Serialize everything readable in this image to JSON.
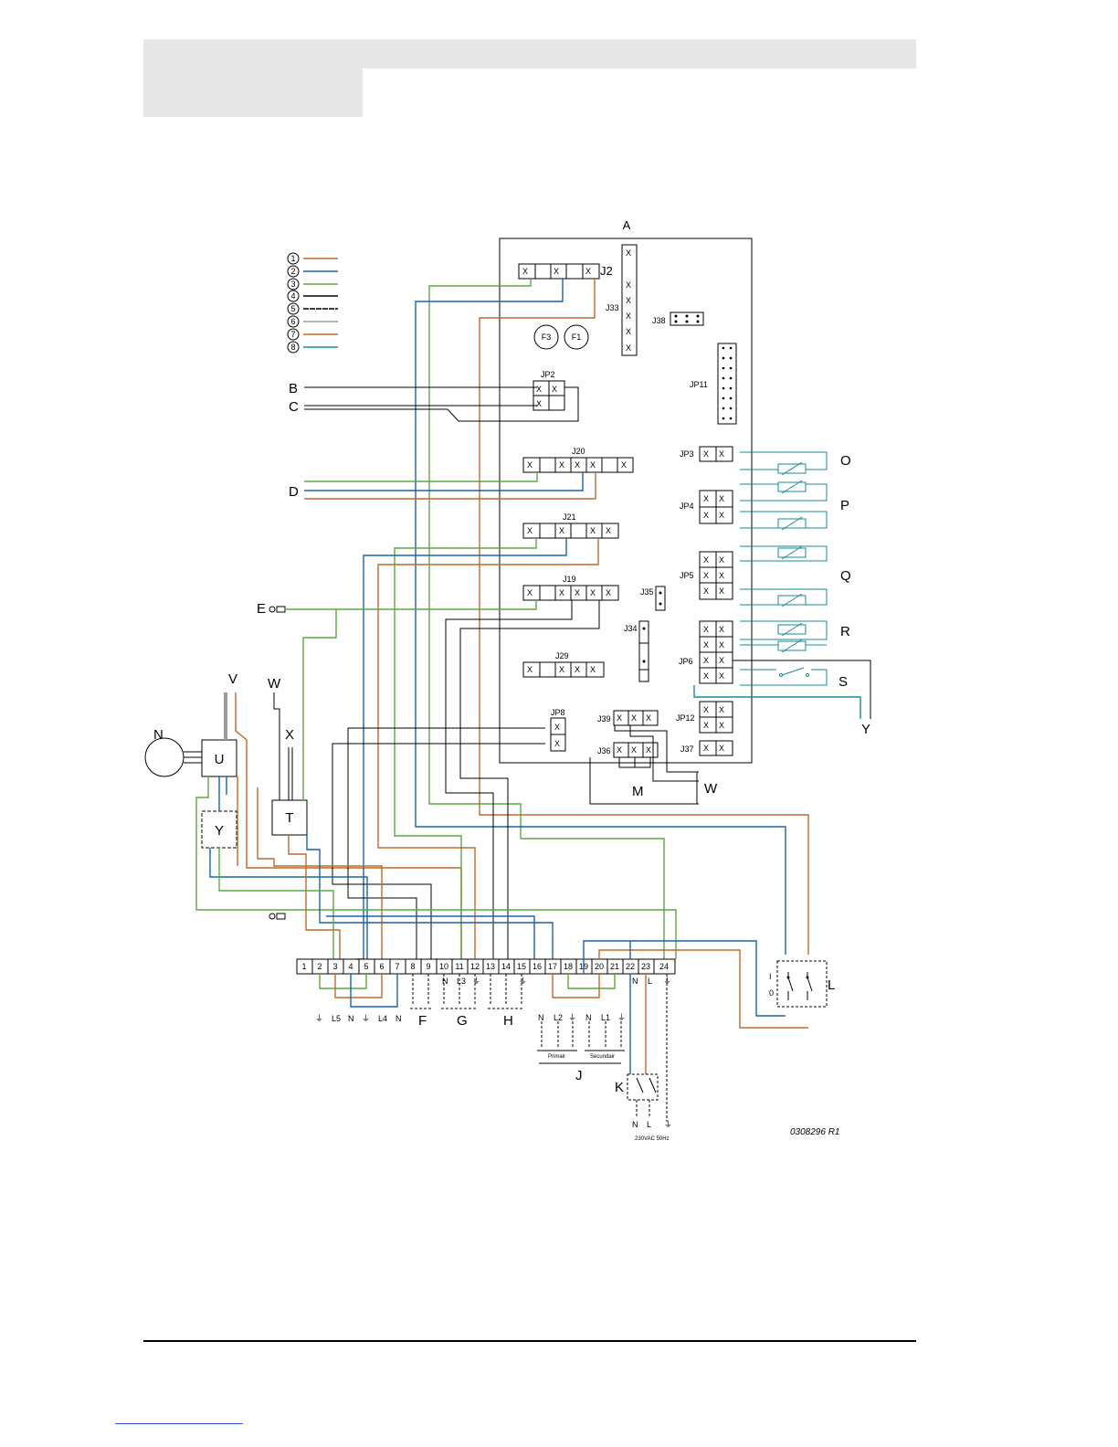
{
  "legend": {
    "entries": [
      {
        "num": "1",
        "color": "#c4682a"
      },
      {
        "num": "2",
        "color": "#1a63a8"
      },
      {
        "num": "3",
        "color": "#5aa845"
      },
      {
        "num": "4",
        "color": "#000000"
      },
      {
        "num": "5",
        "color": "#000000"
      },
      {
        "num": "6",
        "color": "#9a9a9a"
      },
      {
        "num": "7",
        "color": "#c4682a"
      },
      {
        "num": "8",
        "color": "#1a8a99"
      }
    ]
  },
  "letters": {
    "A": "A",
    "B": "B",
    "C": "C",
    "D": "D",
    "E": "E",
    "F": "F",
    "G": "G",
    "H": "H",
    "J": "J",
    "K": "K",
    "L": "L",
    "M": "M",
    "N": "N",
    "O": "O",
    "P": "P",
    "Q": "Q",
    "R": "R",
    "S": "S",
    "T": "T",
    "U": "U",
    "V": "V",
    "W": "W",
    "X": "X",
    "Y": "Y",
    "W2": "W",
    "Y2": "Y"
  },
  "connectors": {
    "J2": "J2",
    "J33": "J33",
    "J38": "J38",
    "JP11": "JP11",
    "JP2": "JP2",
    "J20": "J20",
    "J21": "J21",
    "J19": "J19",
    "J29": "J29",
    "J35": "J35",
    "J34": "J34",
    "JP3": "JP3",
    "JP4": "JP4",
    "JP5": "JP5",
    "JP6": "JP6",
    "JP12": "JP12",
    "JP8": "JP8",
    "J39": "J39",
    "J36": "J36",
    "J37": "J37",
    "F3": "F3",
    "F1": "F1"
  },
  "terminal_strip": {
    "numbers": [
      "1",
      "2",
      "3",
      "4",
      "5",
      "6",
      "7",
      "8",
      "9",
      "10",
      "11",
      "12",
      "13",
      "14",
      "15",
      "16",
      "17",
      "18",
      "19",
      "20",
      "21",
      "22",
      "23",
      "24"
    ]
  },
  "below_labels": {
    "earth1": "⏚",
    "L5": "L5",
    "N1": "N",
    "earth2": "⏚",
    "L4": "L4",
    "N2": "N",
    "N3": "N",
    "L3": "L3",
    "earth3": "⏚",
    "earth4": "⏚",
    "N4": "N",
    "L": "L",
    "earth5": "⏚"
  },
  "j_group": {
    "N_a": "N",
    "L2": "L2",
    "N_b": "N",
    "L1": "L1",
    "primair": "Primair",
    "secundair": "Secundair"
  },
  "mains": {
    "N": "N",
    "L": "L",
    "spec": "230VAC 50Hz"
  },
  "switch_L": {
    "on": "I",
    "off": "0"
  },
  "doc_ref": "0308296 R1"
}
